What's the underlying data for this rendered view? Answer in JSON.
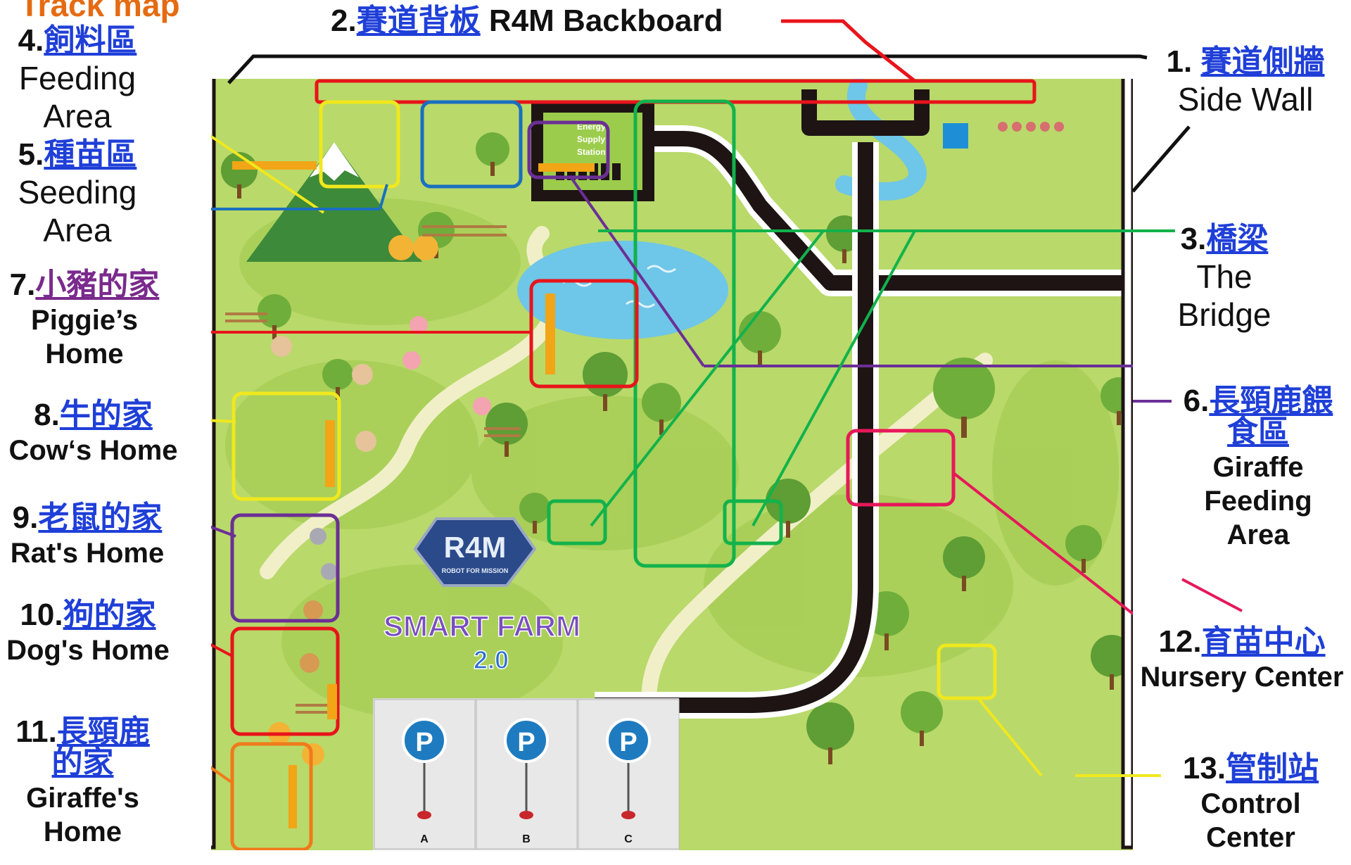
{
  "title": "Track map",
  "board": {
    "energy_station": [
      "Energy",
      "Supply",
      "Station"
    ],
    "logo": "R4M",
    "logo_sub": "ROBOT FOR MISSION",
    "game_title": "SMART FARM",
    "game_version": "2.0",
    "parking": [
      {
        "sign": "P",
        "letter": "A"
      },
      {
        "sign": "P",
        "letter": "B"
      },
      {
        "sign": "P",
        "letter": "C"
      }
    ]
  },
  "labels": {
    "l1": {
      "num": "1. ",
      "zh": "賽道側牆",
      "en": "Side Wall"
    },
    "l2": {
      "num": "2.",
      "zh": "賽道背板",
      "en": " R4M Backboard"
    },
    "l3": {
      "num": "3.",
      "zh": "橋梁",
      "en1": "The",
      "en2": "Bridge"
    },
    "l4": {
      "num": "4.",
      "zh": "飼料區",
      "en1": "Feeding",
      "en2": "Area"
    },
    "l5": {
      "num": "5.",
      "zh": "種苗區",
      "en1": "Seeding",
      "en2": "Area"
    },
    "l6": {
      "num": "6.",
      "zh1": "長頸鹿餵",
      "zh2": "食區",
      "en1": "Giraffe",
      "en2": "Feeding",
      "en3": "Area"
    },
    "l7": {
      "num": "7.",
      "zh": "小豬的家",
      "en1": "Piggie’s",
      "en2": "Home"
    },
    "l8": {
      "num": "8.",
      "zh": "牛的家",
      "en": "Cow‘s Home"
    },
    "l9": {
      "num": "9.",
      "zh": "老鼠的家",
      "en": "Rat's Home"
    },
    "l10": {
      "num": "10.",
      "zh": "狗的家",
      "en": "Dog's Home"
    },
    "l11": {
      "num": "11.",
      "zh1": "長頸鹿",
      "zh2": "的家",
      "en1": "Giraffe's",
      "en2": "Home"
    },
    "l12": {
      "num": "12.",
      "zh": "育苗中心",
      "en": "Nursery Center"
    },
    "l13": {
      "num": "13.",
      "zh": "管制站",
      "en1": "Control",
      "en2": "Center"
    }
  },
  "colors": {
    "field": "#b9d96a",
    "grass_dark": "#8fbf45",
    "track_black": "#1e1414",
    "water": "#6ec6e8",
    "red": "#e8141b",
    "yellow": "#f0e81e",
    "blue": "#1a6fc0",
    "purple": "#6b2f96",
    "green": "#12b24b",
    "pink": "#e6185a",
    "orange": "#f07a1a",
    "dot": "#3aa4d8",
    "orange_bar": "#f2a516"
  }
}
